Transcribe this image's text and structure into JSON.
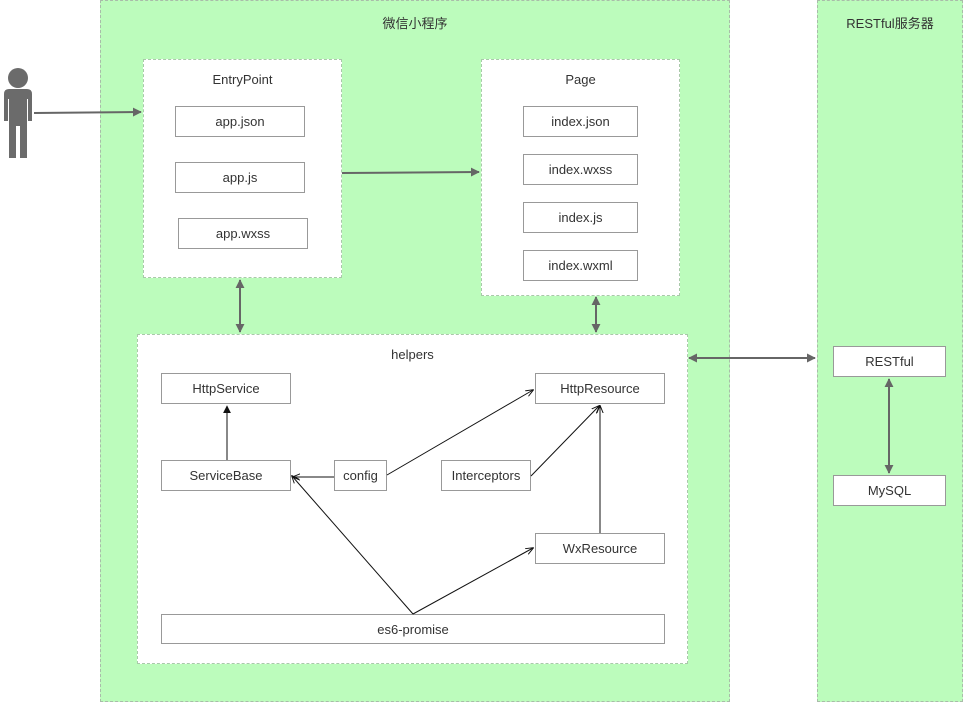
{
  "regions": {
    "miniprogram": "微信小程序",
    "restful_server": "RESTful服务器"
  },
  "panels": {
    "entrypoint": {
      "title": "EntryPoint",
      "items": [
        "app.json",
        "app.js",
        "app.wxss"
      ]
    },
    "page": {
      "title": "Page",
      "items": [
        "index.json",
        "index.wxss",
        "index.js",
        "index.wxml"
      ]
    },
    "helpers": {
      "title": "helpers",
      "nodes": {
        "http_service": "HttpService",
        "service_base": "ServiceBase",
        "config": "config",
        "http_resource": "HttpResource",
        "interceptors": "Interceptors",
        "wx_resource": "WxResource",
        "es6_promise": "es6-promise"
      }
    }
  },
  "server": {
    "restful": "RESTful",
    "mysql": "MySQL"
  },
  "colors": {
    "region_fill": "#bcfcbc",
    "panel_fill": "#ffffff",
    "node_border": "#999999",
    "gray_arrow": "#666666",
    "black_arrow": "#111111",
    "user_icon": "#6b6b6b"
  },
  "icons": {
    "user": "user-icon"
  }
}
